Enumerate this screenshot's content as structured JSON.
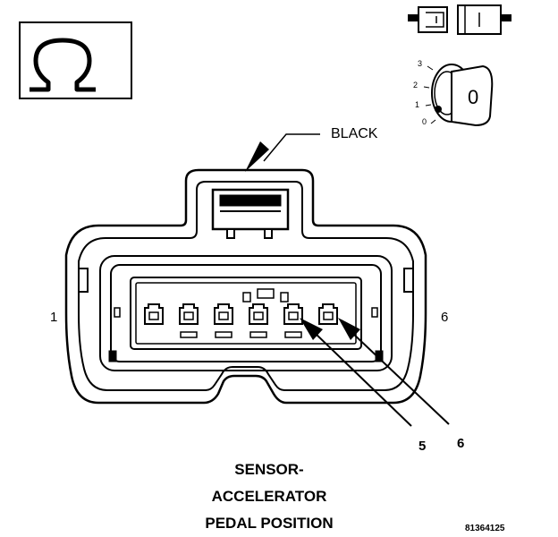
{
  "callout": {
    "color_label": "BLACK"
  },
  "pins": {
    "left": "1",
    "right": "6"
  },
  "wires": [
    {
      "label": "5"
    },
    {
      "label": "6"
    }
  ],
  "meter_dial": {
    "positions": [
      "3",
      "2",
      "1",
      "0"
    ],
    "knob_value": "0"
  },
  "icons": {
    "ohm": "ohm-symbol-icon",
    "connector": "disconnected-connector-icon",
    "switch": "ignition-switch-off-icon"
  },
  "title": {
    "line1": "SENSOR-",
    "line2": "ACCELERATOR",
    "line3": "PEDAL POSITION"
  },
  "figure_id": "81364125"
}
